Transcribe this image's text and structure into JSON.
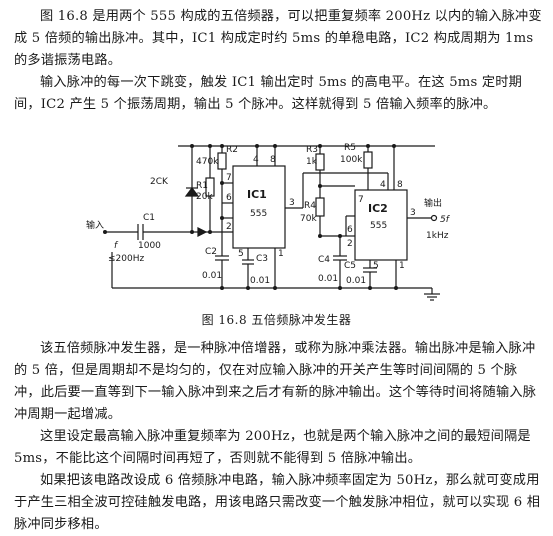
{
  "paragraphs": {
    "p1": "图 16.8 是用两个 555 构成的五倍频器，可以把重复频率 200Hz 以内的输入脉冲变成 5 倍频的输出脉冲。其中，IC1 构成定时约 5ms 的单稳电路，IC2 构成周期为 1ms 的多谐振荡电路。",
    "p2": "输入脉冲的每一次下跳变，触发 IC1 输出定时 5ms 的高电平。在这 5ms 定时期间，IC2 产生 5 个振荡周期，输出 5 个脉冲。这样就得到 5 倍输入频率的脉冲。",
    "p3": "该五倍频脉冲发生器，是一种脉冲倍增器，或称为脉冲乘法器。输出脉冲是输入脉冲的 5 倍，但是周期却不是均匀的，仅在对应输入脉冲的开关产生等时间间隔的 5 个脉冲，此后要一直等到下一输入脉冲到来之后才有新的脉冲输出。这个等待时间将随输入脉冲周期一起增减。",
    "p4": "这里设定最高输入脉冲重复频率为 200Hz，也就是两个输入脉冲之间的最短间隔是 5ms，不能比这个间隔时间再短了，否则就不能得到 5 倍脉冲输出。",
    "p5": "如果把该电路改设成 6 倍频脉冲电路，输入脉冲频率固定为 50Hz，那么就可变成用于产生三相全波可控硅触发电路，用该电路只需改变一个触发脉冲相位，就可以实现 6 相脉冲同步移相。"
  },
  "figure": {
    "caption": "图 16.8    五倍频脉冲发生器",
    "labels": {
      "diode": "2CK",
      "input": "输入",
      "c1": "C1",
      "c1_val": "1000",
      "f_in": "f",
      "f_max": "≤200Hz",
      "r2": "R2",
      "r2_val": "470k",
      "r1": "R1",
      "r1_val": "20k",
      "ic1": "IC1",
      "ic1_type": "555",
      "c2": "C2",
      "c2_val": "0.01",
      "c3": "C3",
      "c3_val": "0.01",
      "r3": "R3",
      "r3_val": "1k",
      "r4": "R4",
      "r4_val": "70k",
      "c4": "C4",
      "c4_val": "0.01",
      "r5": "R5",
      "r5_val": "100k",
      "ic2": "IC2",
      "ic2_type": "555",
      "c5": "C5",
      "c5_val": "0.01",
      "output": "输出",
      "f_out": "5f",
      "f_out_val": "1kHz",
      "pin4": "4",
      "pin8": "8",
      "pin7": "7",
      "pin6": "6",
      "pin2": "2",
      "pin3": "3",
      "pin5": "5",
      "pin1": "1"
    }
  }
}
